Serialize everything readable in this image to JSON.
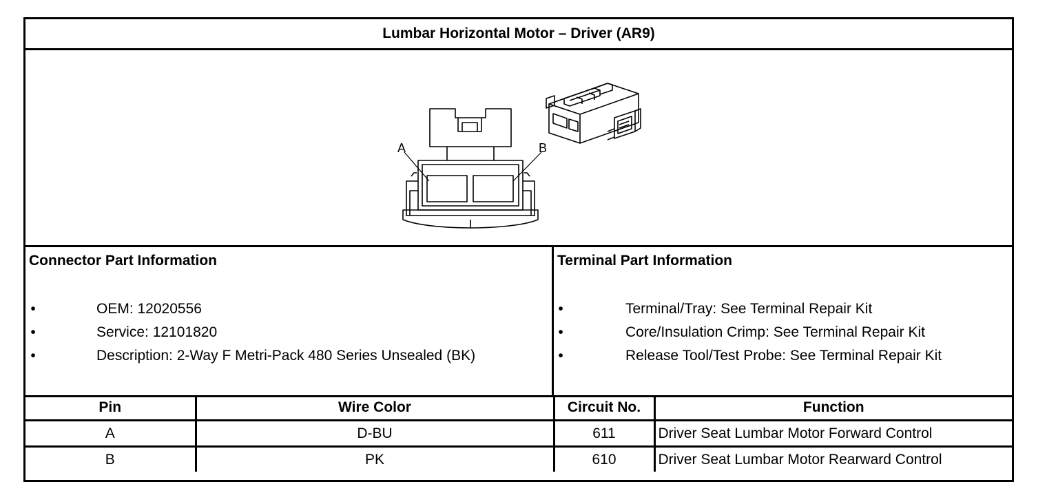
{
  "title": "Lumbar Horizontal Motor – Driver (AR9)",
  "diagram": {
    "pin_label_a": "A",
    "pin_label_b": "B",
    "front_view_icon": "connector-front-view-icon",
    "iso_view_icon": "connector-isometric-view-icon"
  },
  "connector_info": {
    "heading": "Connector Part Information",
    "items": [
      "OEM: 12020556",
      "Service: 12101820",
      "Description: 2-Way F Metri-Pack 480 Series Unsealed (BK)"
    ]
  },
  "terminal_info": {
    "heading": "Terminal Part Information",
    "items": [
      "Terminal/Tray: See Terminal Repair Kit",
      "Core/Insulation Crimp: See Terminal Repair Kit",
      "Release Tool/Test Probe: See Terminal Repair Kit"
    ]
  },
  "bullet": "•",
  "pin_table": {
    "headers": [
      "Pin",
      "Wire Color",
      "Circuit No.",
      "Function"
    ],
    "rows": [
      [
        "A",
        "D-BU",
        "611",
        "Driver Seat Lumbar Motor Forward Control"
      ],
      [
        "B",
        "PK",
        "610",
        "Driver Seat Lumbar Motor Rearward Control"
      ]
    ]
  }
}
